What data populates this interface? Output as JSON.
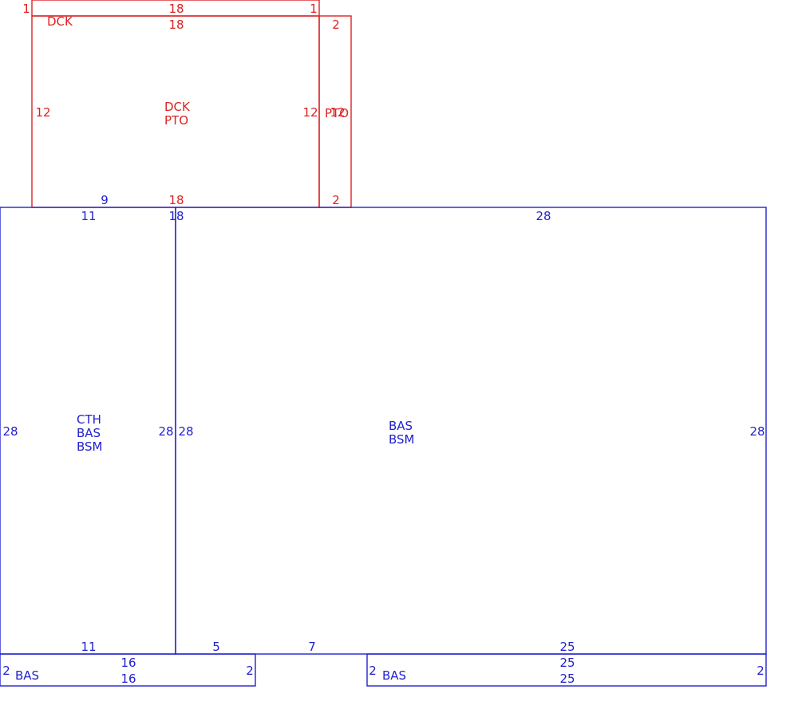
{
  "colors": {
    "upper_level": "#dd2222",
    "main_level": "#2222cc",
    "background": "#ffffff"
  },
  "deck_strip": {
    "left_dim": "1",
    "top_dim": "18",
    "right_dim": "1",
    "label": "DCK"
  },
  "deck_porch": {
    "top_dim": "18",
    "left_dim": "12",
    "right_dim": "12",
    "bottom_dim": "18",
    "bottom_left_dim": "9",
    "label_line1": "DCK",
    "label_line2": "PTO"
  },
  "side_strip": {
    "top_dim": "2",
    "bottom_dim": "2",
    "right_dim": "12",
    "label": "PTO"
  },
  "left_block": {
    "top_dim": "11",
    "left_dim": "28",
    "right_dim": "28",
    "bottom_dim": "11",
    "label_line1": "CTH",
    "label_line2": "BAS",
    "label_line3": "BSM"
  },
  "main_block": {
    "top_left_dim": "18",
    "top_dim": "28",
    "left_dim": "28",
    "right_dim": "28",
    "bottom_dim_a": "5",
    "bottom_dim_b": "7",
    "bottom_dim_c": "25",
    "label_line1": "BAS",
    "label_line2": "BSM"
  },
  "bottom_left_strip": {
    "left_dim": "2",
    "top_dim": "16",
    "bottom_dim": "16",
    "right_dim": "2",
    "label": "BAS"
  },
  "bottom_right_strip": {
    "left_dim": "2",
    "top_dim": "25",
    "bottom_dim": "25",
    "right_dim": "2",
    "label": "BAS"
  }
}
